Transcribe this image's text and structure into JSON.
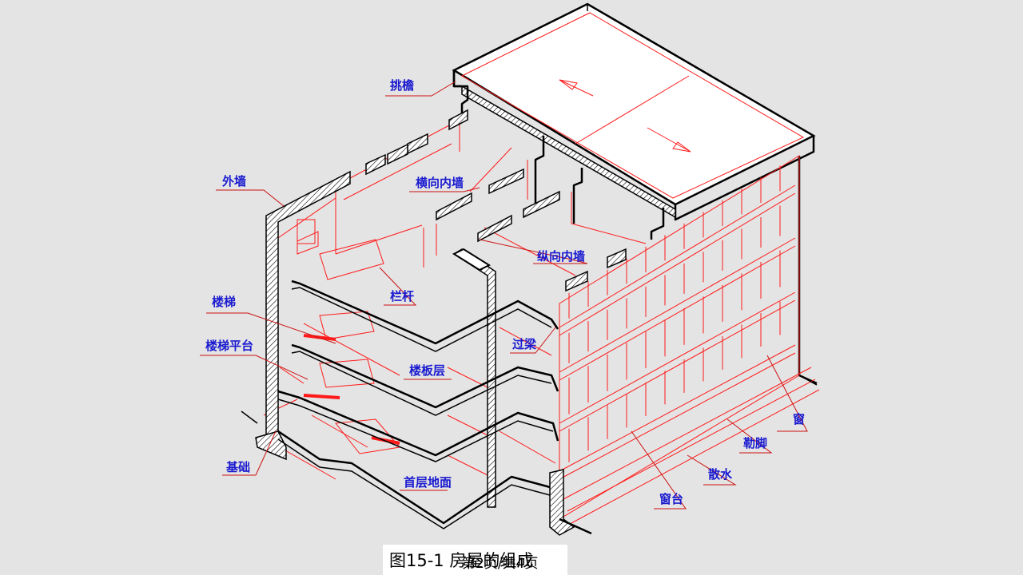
{
  "labels": {
    "overhang": "挑檐",
    "exterior_wall": "外墙",
    "transverse_wall": "横向内墙",
    "longitudinal_wall": "纵向内墙",
    "railing": "栏杆",
    "stairs": "楼梯",
    "landing": "楼梯平台",
    "lintel": "过梁",
    "floor_slab": "楼板层",
    "foundation": "基础",
    "ground_floor": "首层地面",
    "window": "窗",
    "plinth": "勒脚",
    "apron": "散水",
    "sill": "窗台"
  },
  "caption": {
    "title": "图15-1 房屋的组成",
    "page": "第2页/共4页"
  },
  "colors": {
    "background": "#e4e4e4",
    "label": "#1a1ad0",
    "line_red": "#ff1a1a",
    "outline": "#000000"
  }
}
